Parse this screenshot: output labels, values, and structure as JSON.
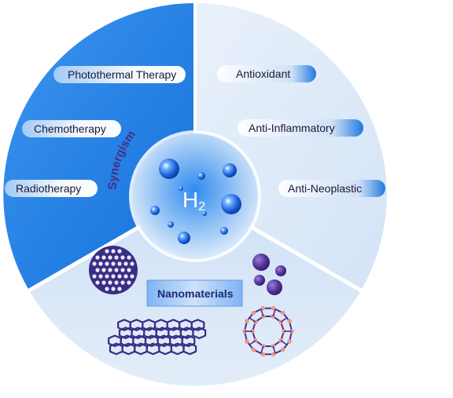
{
  "center": {
    "symbol": "H",
    "subscript": "2"
  },
  "arc_label": "Synergism",
  "left_labels": [
    "Photothermal Therapy",
    "Chemotherapy",
    "Radiotherapy"
  ],
  "right_labels": [
    "Antioxidant",
    "Anti-Inflammatory",
    "Anti-Neoplastic"
  ],
  "bottom_label": "Nanomaterials",
  "colors": {
    "left_sector": "#1e7fe6",
    "right_sector": "#dbe8f8",
    "bottom_sector": "#d5e4f7",
    "molecule": "#4c2f90",
    "graphene": "#3a2d86",
    "fullerene_node": "#e79a86",
    "bubble": "#1d5fd8"
  },
  "icons": [
    "hydrogen-bubbles-icon",
    "porous-nanoparticle-icon",
    "nanosphere-cluster-icon",
    "graphene-sheet-icon",
    "fullerene-icon"
  ]
}
